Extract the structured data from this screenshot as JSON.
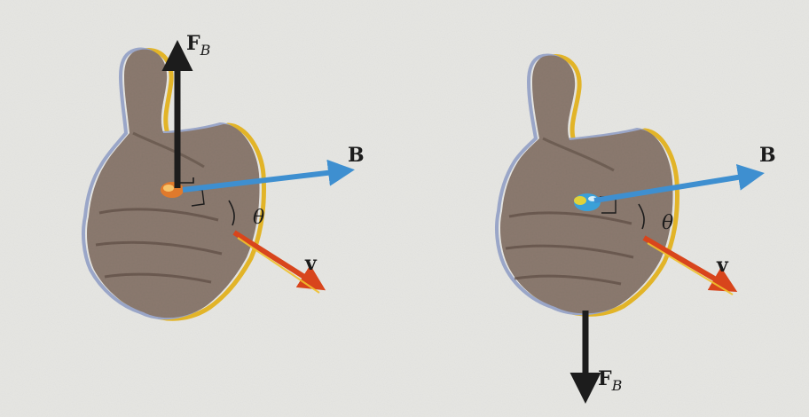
{
  "panels": [
    {
      "force_label": "F",
      "force_subscript": "B",
      "field_label": "B",
      "velocity_label": "v",
      "angle_label": "θ",
      "force_direction": "up"
    },
    {
      "force_label": "F",
      "force_subscript": "B",
      "field_label": "B",
      "velocity_label": "v",
      "angle_label": "θ",
      "force_direction": "down"
    }
  ],
  "colors": {
    "force_vector": "#1c1c1c",
    "field_vector": "#3e8fd0",
    "velocity_vector": "#d8451c",
    "hand": "#8c7a6f",
    "background": "#e7e7e4"
  }
}
